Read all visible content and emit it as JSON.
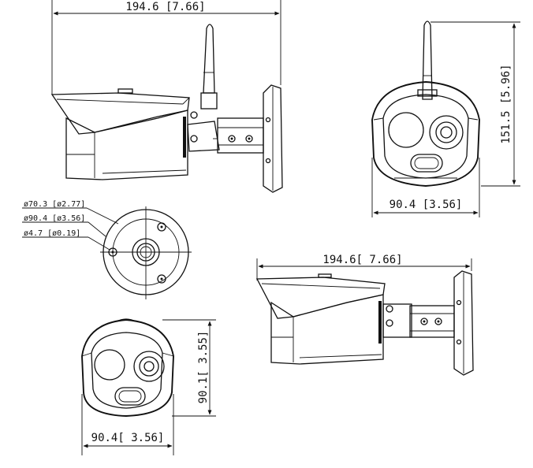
{
  "dimensions": {
    "side_top_length": "194.6 [7.66]",
    "front_top_height": "151.5 [5.96]",
    "front_top_width": "90.4 [3.56]",
    "base_dia_1": "ø70.3 [ø2.77]",
    "base_dia_2": "ø90.4 [ø3.56]",
    "base_hole": "ø4.7 [ø0.19]",
    "iso_length": "194.6[ 7.66]",
    "front_bottom_height": "90.1[ 3.55]",
    "front_bottom_width": "90.4[ 3.56]"
  },
  "colors": {
    "line": "#111111",
    "background": "#ffffff"
  }
}
